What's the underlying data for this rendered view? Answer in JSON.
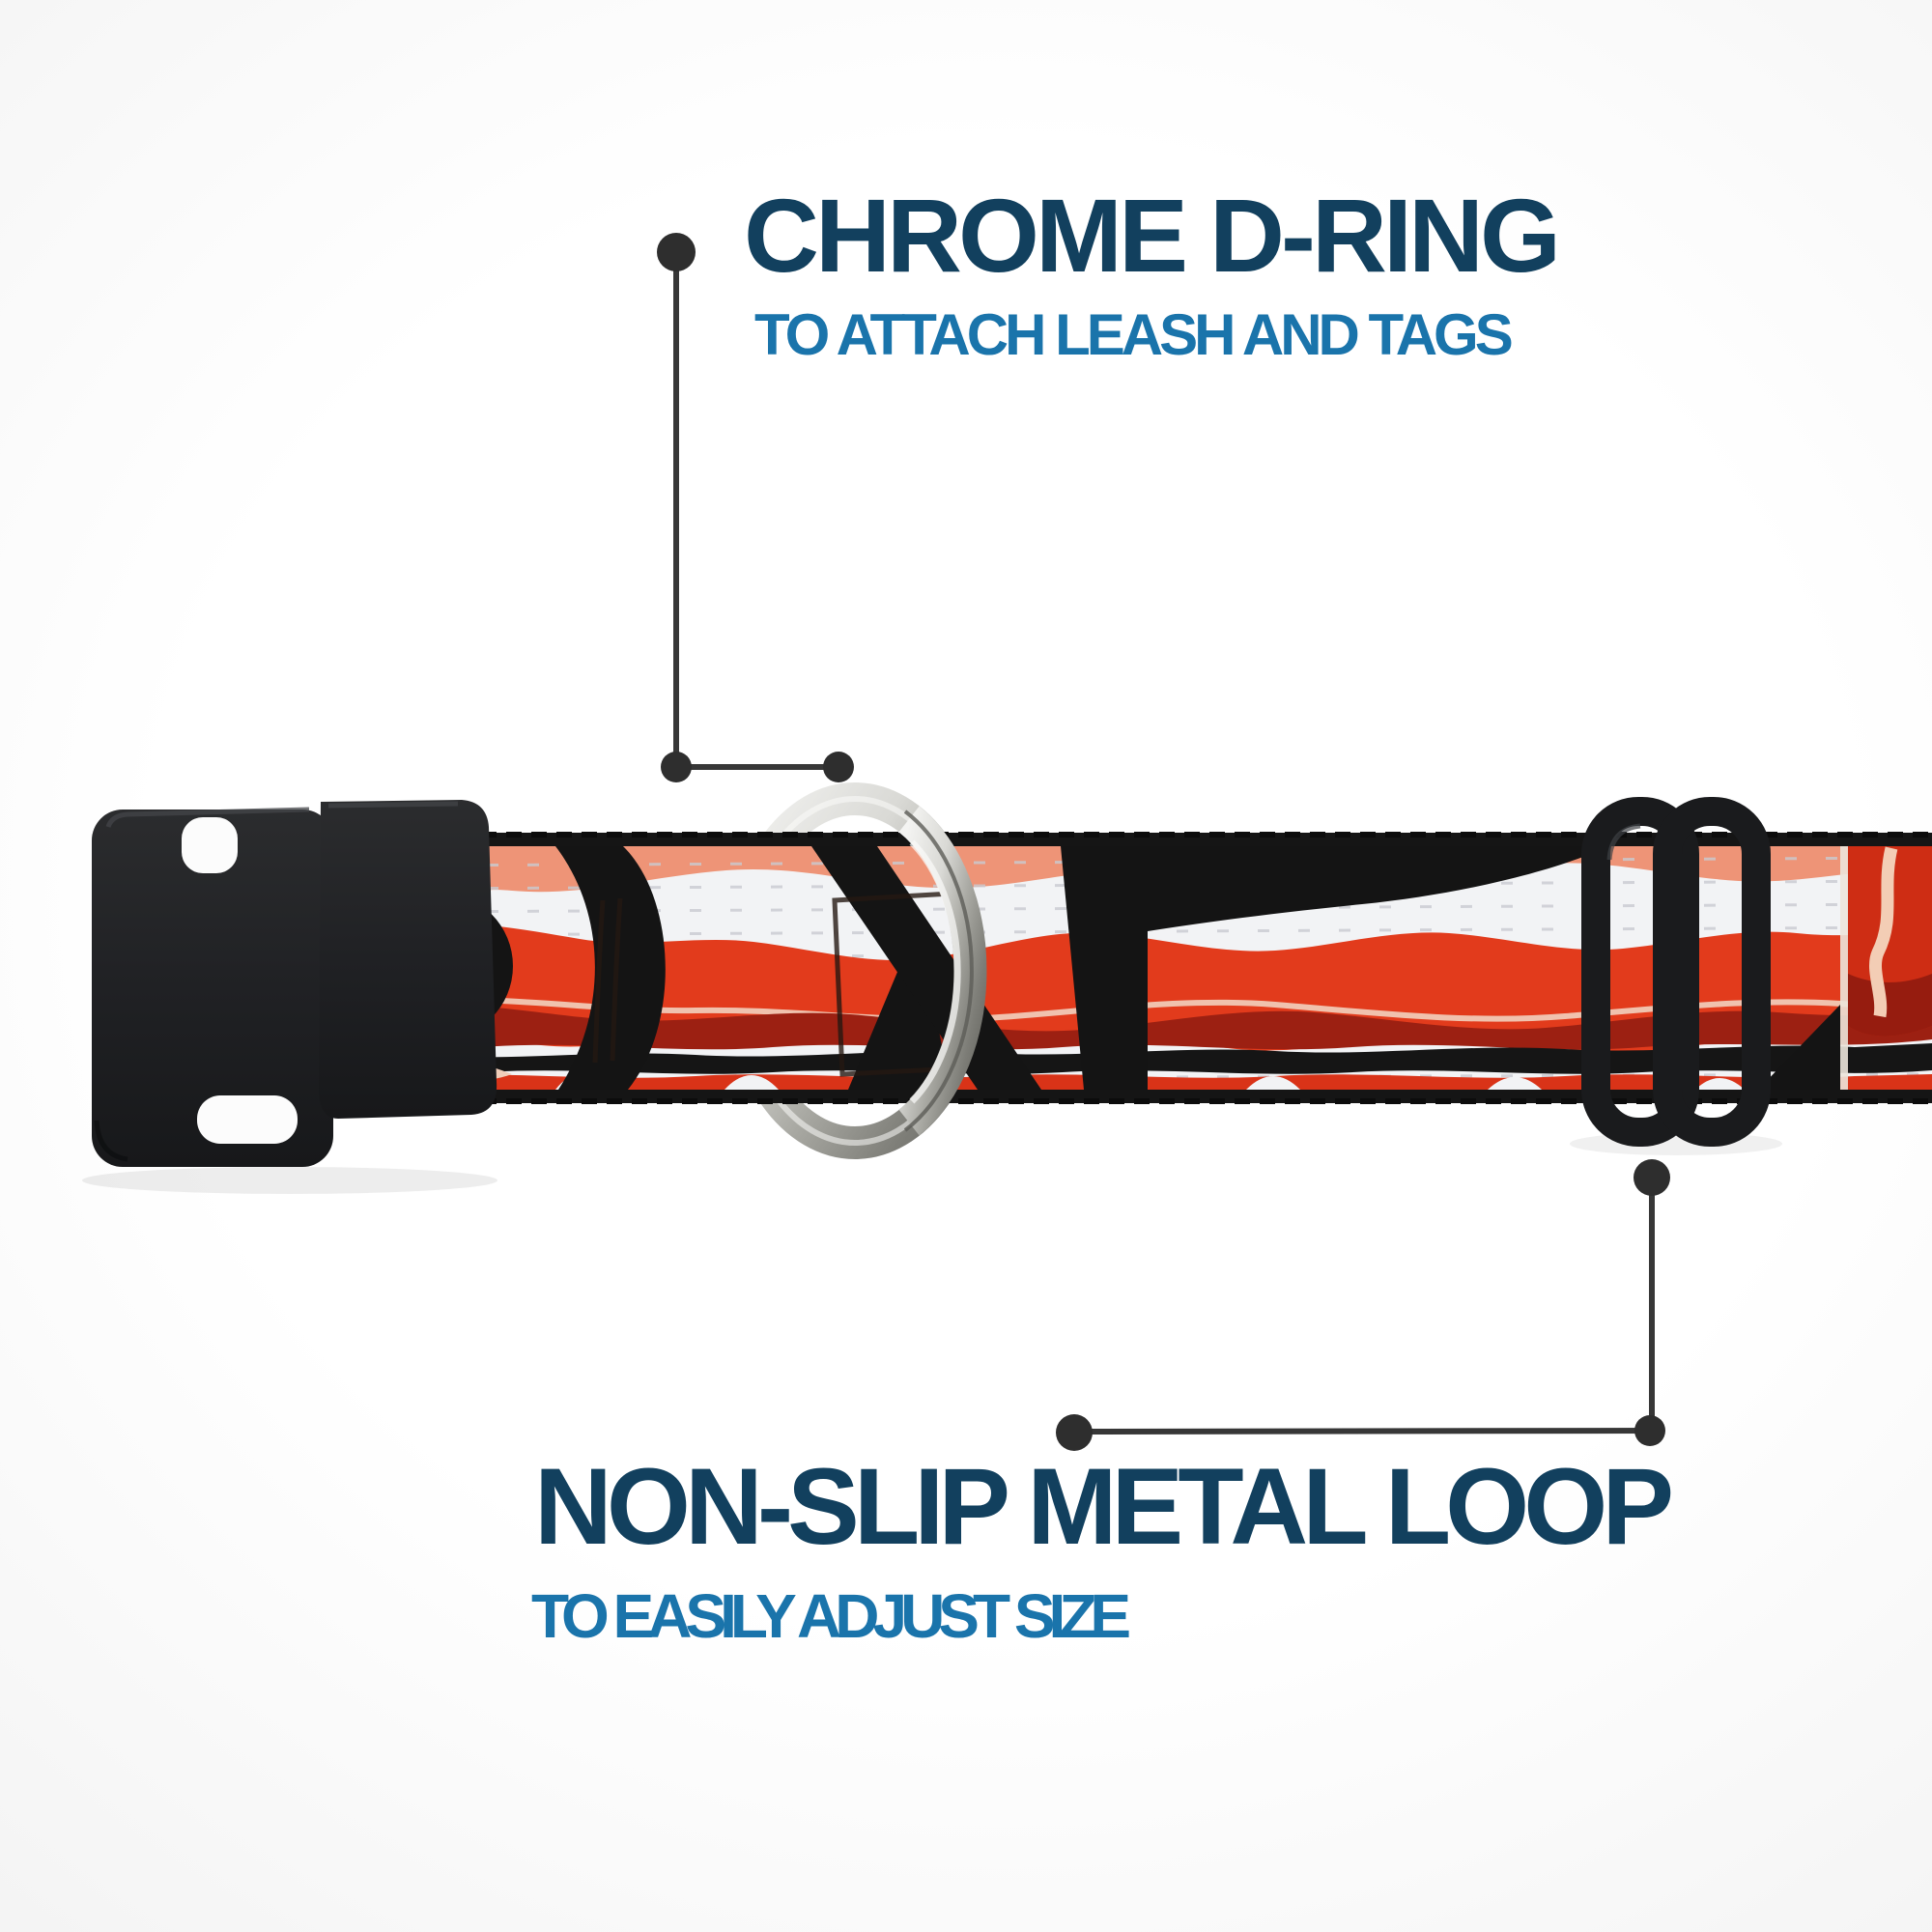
{
  "annotations": {
    "d_ring": {
      "title": "CHROME D-RING",
      "subtitle": "TO ATTACH LEASH AND TAGS"
    },
    "metal_loop": {
      "title": "NON-SLIP METAL LOOP",
      "subtitle": "TO EASILY ADJUST SIZE"
    }
  },
  "colors": {
    "title_text": "#12405e",
    "subtitle_text": "#1a74ab",
    "leader_line": "#373737",
    "leader_dot": "#2e2e2e",
    "chrome": "#c9c9c5",
    "hardware_black": "#1c1d1f",
    "bacon_red": "#e23b1c",
    "bacon_dark_red": "#9c2012",
    "bacon_salmon": "#ee9477",
    "bacon_fat_white": "#f2f3f5",
    "pattern_black": "#151515"
  }
}
